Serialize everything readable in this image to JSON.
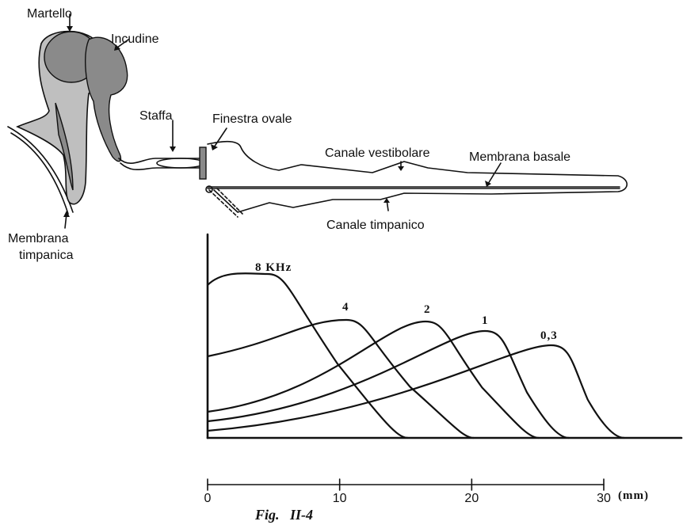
{
  "labels": {
    "martello": "Martello",
    "incudine": "Incudine",
    "staffa": "Staffa",
    "finestra_ovale": "Finestra ovale",
    "canale_vestibolare": "Canale vestibolare",
    "membrana_basale": "Membrana basale",
    "canale_timpanico": "Canale timpanico",
    "membrana_timpanica_1": "Membrana",
    "membrana_timpanica_2": "timpanica"
  },
  "caption": "Fig.   II-4",
  "chart_data": {
    "type": "line",
    "xlabel": "(mm)",
    "xlim": [
      0,
      30
    ],
    "x_ticks": [
      "0",
      "10",
      "20",
      "30"
    ],
    "series": [
      {
        "name": "8 KHz",
        "peak_x": 4.5
      },
      {
        "name": "4",
        "peak_x": 10.5
      },
      {
        "name": "2",
        "peak_x": 16.5
      },
      {
        "name": "1",
        "peak_x": 21
      },
      {
        "name": "0,3",
        "peak_x": 26
      }
    ]
  }
}
